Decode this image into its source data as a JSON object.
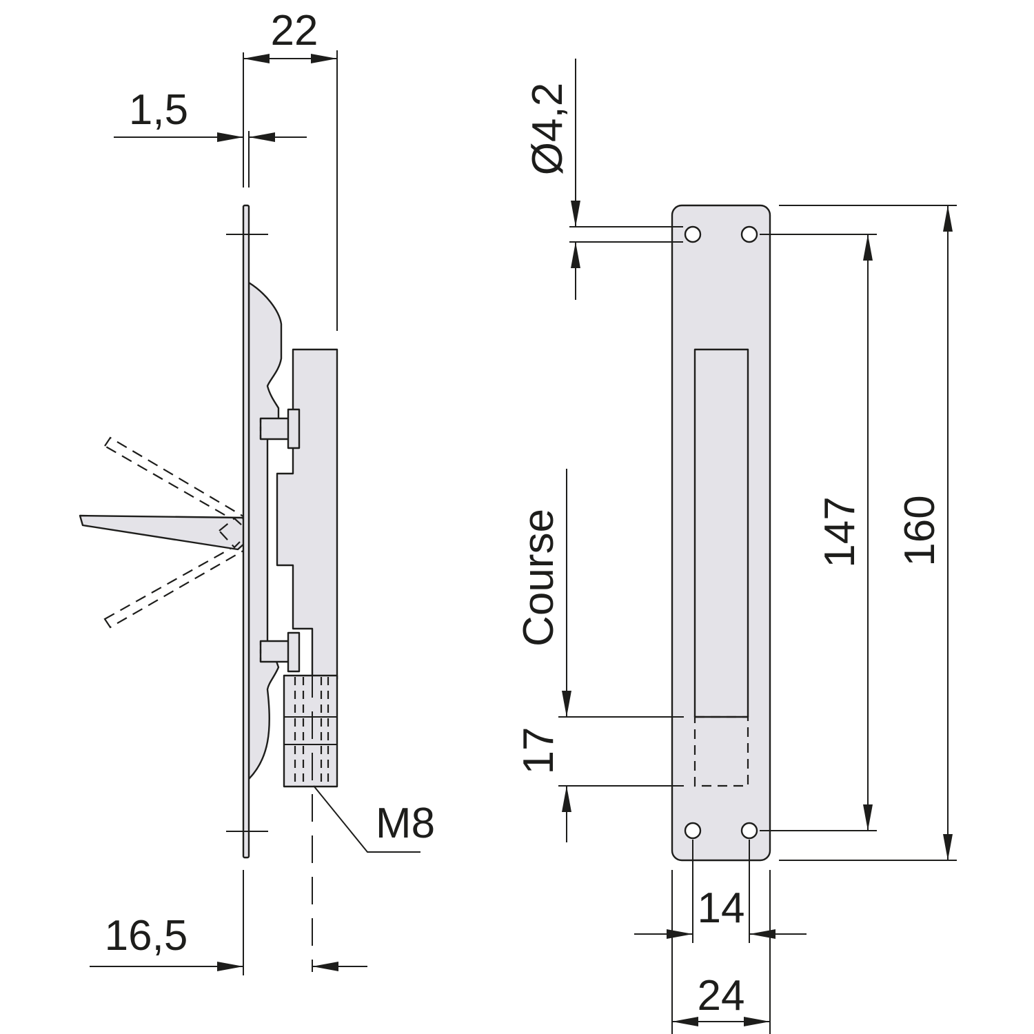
{
  "drawing": {
    "colors": {
      "line": "#1d1d1b",
      "part_fill": "#e4e3e8",
      "background": "#ffffff"
    },
    "side_view": {
      "dim_width_total": "22",
      "dim_plate_thickness": "1,5",
      "dim_rod_offset": "16,5",
      "thread_label": "M8"
    },
    "front_view": {
      "dim_hole_diameter": "Ø4,2",
      "dim_travel_label": "Course",
      "dim_travel": "17",
      "dim_hole_spacing_vertical": "147",
      "dim_length": "160",
      "dim_hole_spacing_horizontal": "14",
      "dim_width": "24"
    }
  }
}
